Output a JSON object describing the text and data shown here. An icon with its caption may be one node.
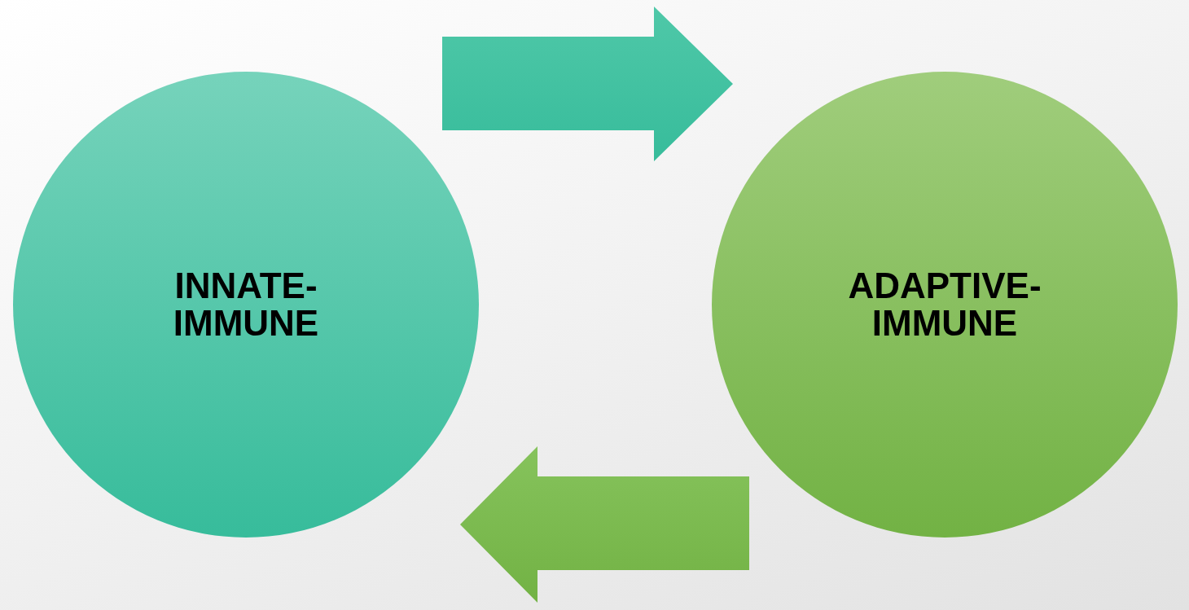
{
  "diagram": {
    "nodes": [
      {
        "text": [
          "INNATE- IMMUNE"
        ]
      },
      {
        "text": [
          "ADAPTIVE- IMMUNE"
        ]
      }
    ],
    "edges": [
      {
        "from": 0,
        "to": 1,
        "arrow": "to",
        "color": "#4fc8a8"
      },
      {
        "from": 1,
        "to": 0,
        "arrow": "to",
        "color": "#86c35c"
      }
    ]
  }
}
